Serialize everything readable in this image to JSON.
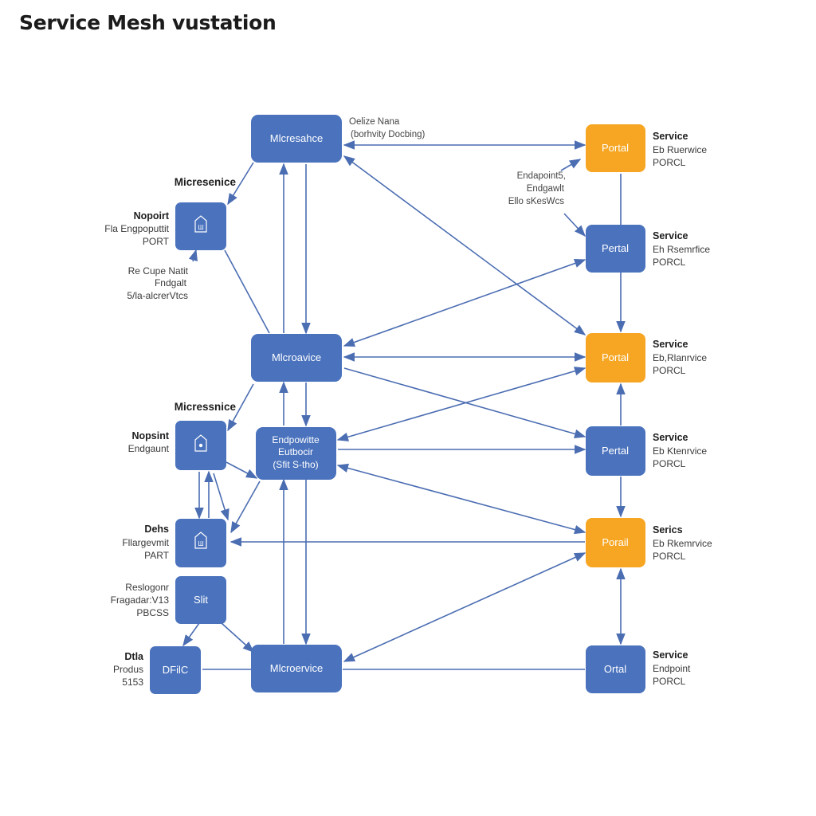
{
  "title": "Service Mesh vustation",
  "colors": {
    "blue": "#4a72bd",
    "orange": "#f6a623",
    "edge": "#4b6db2"
  },
  "nodes": {
    "ms_top": "Mlcresahce",
    "ms_mid": "Mlcroavice",
    "ms_bot": "Mlcroervice",
    "ep_center": [
      "Endpowitte",
      "Eutbocir",
      "(Sfit S-tho)"
    ],
    "sq_a_icon": "lock-icon",
    "sq_b_icon": "lock-icon",
    "sq_c_icon": "lock-icon",
    "sq_d": "Slit",
    "sq_e": "DFilC",
    "right_1": "Portal",
    "right_2": "Pertal",
    "right_3": "Portal",
    "right_4": "Pertal",
    "right_5": "Porail",
    "right_6": "Ortal"
  },
  "labels": {
    "top_note": [
      "Oelize Nana",
      "(borhvity Docbing)"
    ],
    "mid_note": [
      "Endapoint5,",
      "Endgawlt",
      "Ello sKesWcs"
    ],
    "micro_a": "Micresenice",
    "nopoint_a": [
      "Nopoirt",
      "Fla Engpoputtit",
      "PORT"
    ],
    "note_left": [
      "Re Cupe Natit",
      "Fndgalt",
      "5/la-alcrerVtcs"
    ],
    "micro_b": "Micressnice",
    "nopoint_b": [
      "Nopsint",
      "Endgaunt"
    ],
    "dehs": [
      "Dehs",
      "Fllargevmit",
      "PART"
    ],
    "respo": [
      "Reslogonr",
      "Fragadar:V13",
      "PBCSS"
    ],
    "dtla": [
      "Dtla",
      "Produs",
      "5153"
    ],
    "right_labels": [
      [
        "Service",
        "Eb Ruerwice",
        "PORCL"
      ],
      [
        "Service",
        "Eh Rsemrfice",
        "PORCL"
      ],
      [
        "Service",
        "Eb,Rlanrvice",
        "PORCL"
      ],
      [
        "Service",
        "Eb Ktenrvice",
        "PORCL"
      ],
      [
        "Serics",
        "Eb Rkemrvice",
        "PORCL"
      ],
      [
        "Service",
        "Endpoint",
        "PORCL"
      ]
    ]
  }
}
